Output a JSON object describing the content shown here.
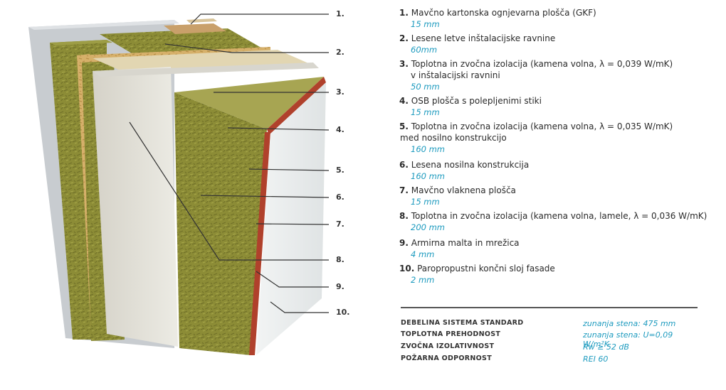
{
  "callouts": [
    "1.",
    "2.",
    "3.",
    "4.",
    "5.",
    "6.",
    "7.",
    "8.",
    "9.",
    "10."
  ],
  "legend": [
    {
      "num": "1.",
      "title": "Mavčno kartonska ognjevarna plošča (GKF)",
      "subtitle": "",
      "value": "15 mm"
    },
    {
      "num": "2.",
      "title": "Lesene letve inštalacijske ravnine",
      "subtitle": "",
      "value": "60mm"
    },
    {
      "num": "3.",
      "title": "Toplotna in zvočna izolacija (kamena volna,  λ = 0,039 W/mK)",
      "subtitle": "v inštalacijski ravnini",
      "value": "50 mm"
    },
    {
      "num": "4.",
      "title": "OSB plošča s polepljenimi stiki",
      "subtitle": "",
      "value": "15 mm"
    },
    {
      "num": "5.",
      "title": "Toplotna in zvočna izolacija (kamena volna, λ = 0,035 W/mK)",
      "subtitle": "med nosilno konstrukcijo",
      "value": "160 mm"
    },
    {
      "num": "6.",
      "title": "Lesena nosilna konstrukcija",
      "subtitle": "",
      "value": "160 mm"
    },
    {
      "num": "7.",
      "title": "Mavčno vlaknena plošča",
      "subtitle": "",
      "value": "15 mm"
    },
    {
      "num": "8.",
      "title": "Toplotna in zvočna izolacija (kamena volna, lamele, λ = 0,036 W/mK)",
      "subtitle": "",
      "value": "200 mm"
    },
    {
      "num": "9.",
      "title": "Armirna malta in mrežica",
      "subtitle": "",
      "value": "4 mm"
    },
    {
      "num": "10.",
      "title": "Paropropustni končni sloj fasade",
      "subtitle": "",
      "value": "2 mm"
    }
  ],
  "specs": [
    {
      "label": "DEBELINA SISTEMA STANDARD",
      "value": "zunanja stena: 475 mm"
    },
    {
      "label": "TOPLOTNA PREHODNOST",
      "value": "zunanja stena: U=0,09 W/m²K"
    },
    {
      "label": "ZVOČNA IZOLATIVNOST",
      "value": "Rw ≥ 52 dB"
    },
    {
      "label": "POŽARNA ODPORNOST",
      "value": "REI 60"
    }
  ],
  "colors": {
    "accent": "#1e9bbf",
    "wool": "#8a8a35",
    "osb": "#d9b46a",
    "board": "#e6e2d8",
    "plaster": "#e9ecec",
    "membrane": "#b0412c"
  }
}
